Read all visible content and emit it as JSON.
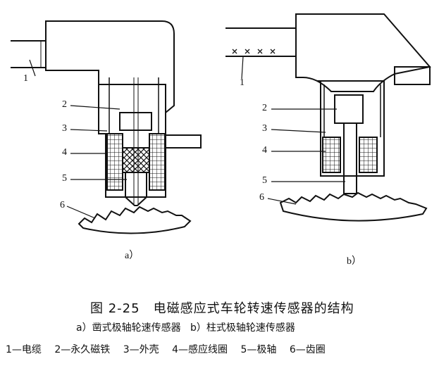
{
  "sensor_a": {
    "labels": [
      "1",
      "2",
      "3",
      "4",
      "5",
      "6"
    ],
    "caption": "a）"
  },
  "sensor_b": {
    "labels": [
      "1",
      "2",
      "3",
      "4",
      "5",
      "6"
    ],
    "caption": "b）"
  },
  "figure": {
    "title": "图 2-25　电磁感应式车轮转速传感器的结构",
    "subtitle_a": "a）凿式极轴轮速传感器",
    "subtitle_b": "b）柱式极轴轮速传感器",
    "legend": [
      "1—电缆",
      "2—永久磁铁",
      "3—外壳",
      "4—感应线圈",
      "5—极轴",
      "6—齿圈"
    ]
  }
}
